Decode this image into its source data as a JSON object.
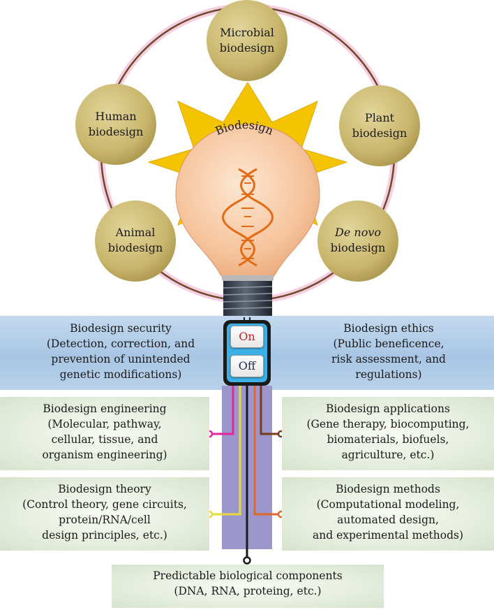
{
  "hub": {
    "label": "Biodesign"
  },
  "circles": [
    {
      "id": "microbial",
      "line1": "Microbial",
      "line2": "biodesign"
    },
    {
      "id": "plant",
      "line1": "Plant",
      "line2": "biodesign"
    },
    {
      "id": "denovo",
      "line1": "De novo",
      "line2": "biodesign"
    },
    {
      "id": "animal",
      "line1": "Animal",
      "line2": "biodesign"
    },
    {
      "id": "human",
      "line1": "Human",
      "line2": "biodesign"
    }
  ],
  "switch": {
    "on_label": "On",
    "off_label": "Off"
  },
  "security": {
    "lines": [
      "Biodesign security",
      "(Detection, correction, and",
      "prevention of unintended",
      "genetic modifications)"
    ]
  },
  "ethics": {
    "lines": [
      "Biodesign ethics",
      "(Public beneficence,",
      "risk assessment, and",
      "regulations)"
    ]
  },
  "engineering": {
    "lines": [
      "Biodesign engineering",
      "(Molecular, pathway,",
      "cellular, tissue, and",
      "organism engineering)"
    ]
  },
  "applications": {
    "lines": [
      "Biodesign applications",
      "(Gene therapy, biocomputing,",
      "biomaterials, biofuels,",
      "agriculture, etc.)"
    ]
  },
  "theory": {
    "lines": [
      "Biodesign theory",
      "(Control theory, gene circuits,",
      "protein/RNA/cell",
      "design principles, etc.)"
    ]
  },
  "methods": {
    "lines": [
      "Biodesign methods",
      "(Computational modeling,",
      "automated design,",
      "and experimental methods)"
    ]
  },
  "components": {
    "lines": [
      "Predictable biological components",
      "(DNA, RNA, proteing, etc.)"
    ]
  },
  "colors": {
    "circle_fill": "#cdbb74",
    "star": "#f5c400",
    "bulb": "#f8c9a3",
    "dna": "#e36b14",
    "band": "#b3cde8",
    "panel": "#e6eedf",
    "stem": "#9b97cc",
    "wire_magenta": "#e0279a",
    "wire_yellow": "#e7dc3a",
    "wire_brown": "#7a3b1c",
    "wire_orange": "#e0672a",
    "wire_black": "#1a1a1a"
  }
}
